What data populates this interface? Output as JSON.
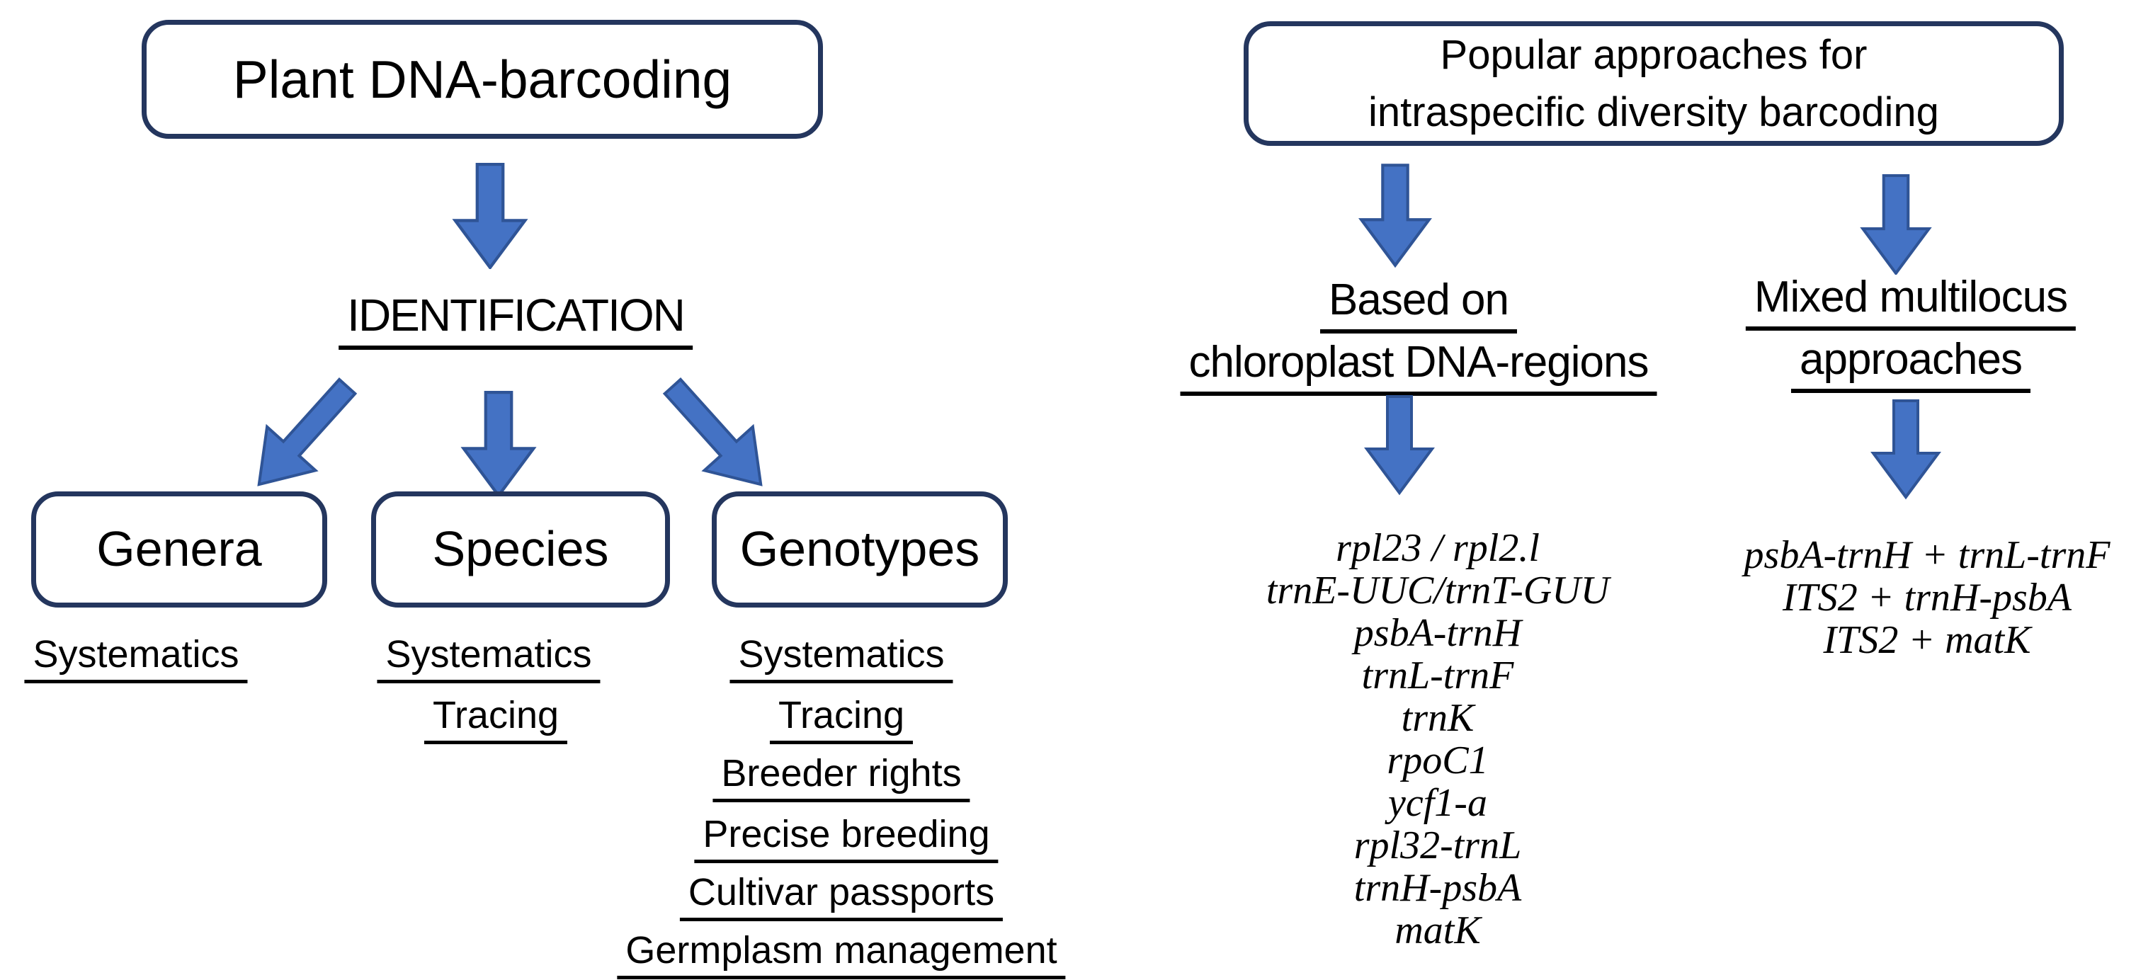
{
  "colors": {
    "background": "#FFFFFF",
    "text": "#000000",
    "box_border": "#24365E",
    "arrow_fill": "#4472C4",
    "arrow_stroke": "#2F5496"
  },
  "left": {
    "root": "Plant DNA-barcoding",
    "identification": "IDENTIFICATION",
    "branches": [
      {
        "label": "Genera",
        "items": [
          "Systematics"
        ]
      },
      {
        "label": "Species",
        "items": [
          "Systematics",
          "Tracing"
        ]
      },
      {
        "label": "Genotypes",
        "items": [
          "Systematics",
          "Tracing",
          "Breeder rights",
          "Precise breeding",
          "Cultivar passports",
          "Germplasm management"
        ]
      }
    ]
  },
  "right": {
    "root_lines": [
      "Popular approaches for",
      "intraspecific diversity barcoding"
    ],
    "branches": [
      {
        "heading_lines": [
          "Based on",
          "chloroplast DNA-regions"
        ],
        "genes": [
          "rpl23 / rpl2.l",
          "trnE-UUC/trnT-GUU",
          "psbA-trnH",
          "trnL-trnF",
          "trnK",
          "rpoC1",
          "ycf1-a",
          "rpl32-trnL",
          "trnH-psbA",
          "matK"
        ]
      },
      {
        "heading_lines": [
          "Mixed multilocus",
          "approaches"
        ],
        "genes": [
          "psbA-trnH + trnL-trnF",
          "ITS2 + trnH-psbA",
          "ITS2 + matK"
        ]
      }
    ]
  }
}
